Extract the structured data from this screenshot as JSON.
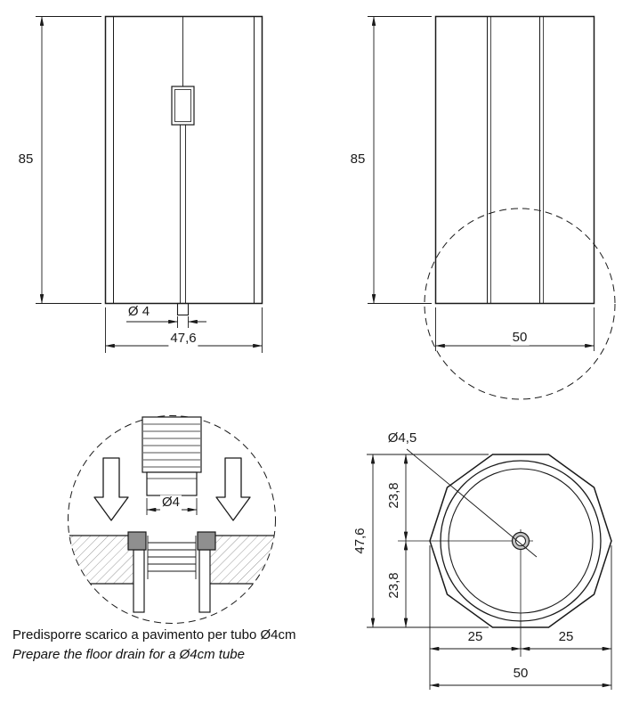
{
  "front_view": {
    "height": "85",
    "drain_diameter": "Ø 4",
    "width": "47,6"
  },
  "side_view": {
    "height": "85",
    "width": "50"
  },
  "detail_view": {
    "tube_diameter": "Ø4",
    "note_italian": "Predisporre scarico a pavimento per tubo Ø4cm",
    "note_english": "Prepare the floor drain for a Ø4cm tube"
  },
  "top_view": {
    "drain_diameter": "Ø4,5",
    "total_height": "47,6",
    "half_height_top": "23,8",
    "half_height_bottom": "23,8",
    "half_width_left": "25",
    "half_width_right": "25",
    "total_width": "50"
  },
  "colors": {
    "line": "#1a1a1a",
    "hatch": "#9a9a9a",
    "flange_fill": "#8f8f8f",
    "drain_fill": "#c4c4c4",
    "background": "#ffffff"
  }
}
